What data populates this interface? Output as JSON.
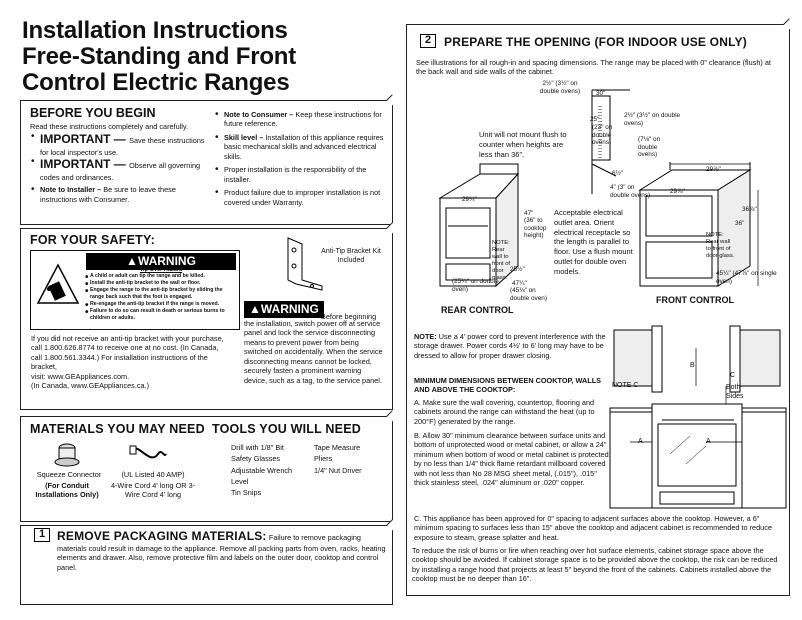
{
  "title": {
    "line1": "Installation Instructions",
    "line2": "Free-Standing and Front",
    "line3": "Control Electric Ranges"
  },
  "before": {
    "heading": "BEFORE YOU BEGIN",
    "intro": "Read these instructions completely and carefully.",
    "b1_lead": "IMPORTANT",
    "b1_dash": " — ",
    "b1_text": "Save these instructions for local inspector's use.",
    "b2_lead": "IMPORTANT",
    "b2_dash": " — ",
    "b2_text": "Observe all governing codes and ordinances.",
    "b3_lead": "Note to Installer –",
    "b3_text": " Be sure to leave these instructions with Consumer.",
    "r1_lead": "Note to Consumer –",
    "r1_text": " Keep these instructions for future reference.",
    "r2_lead": "Skill level –",
    "r2_text": " Installation of this appliance requires basic mechanical skills and advanced electrical skills.",
    "r3_text": "Proper installation is the responsibility of the installer.",
    "r4_text": "Product failure due to improper installation is not covered under Warranty."
  },
  "safety": {
    "heading": "FOR YOUR SAFETY:",
    "warning_label": "WARNING",
    "tip_title": "Tip-Over Hazard",
    "tip_items": [
      "A child or adult can tip the range and be killed.",
      "Install the anti-tip bracket to the wall or floor.",
      "Engage the range to the anti-tip bracket by sliding the range back such that the foot is engaged.",
      "Re-engage the anti-tip bracket if the range is moved.",
      "Failure to do so can result in death or serious burns to children or adults."
    ],
    "bracket_caption": "Anti-Tip Bracket Kit Included",
    "contact": "If you did not receive an anti-tip bracket with your purchase, call 1.800.626.8774 to receive one at no cost. (In Canada, call 1.800.561.3344.) For installation instructions of the bracket,",
    "visit": "visit: www.GEAppliances.com.",
    "canada": "(In Canada, www.GEAppliances.ca.)",
    "warn2_after": "Before beginning",
    "warn2_text": "the installation, switch power off at service panel and lock the service disconnecting means to prevent power from being switched on accidentally. When the service disconnecting means cannot be locked, securely fasten a prominent warning device, such as a tag, to the service panel."
  },
  "materials": {
    "heading": "MATERIALS YOU MAY NEED",
    "tools_heading": "TOOLS YOU WILL NEED",
    "squeeze": "Squeeze Connector",
    "conduit": "(For Conduit Installations Only)",
    "listed": "(UL Listed 40 AMP)",
    "cord": "4-Wire Cord 4' long OR 3-Wire Cord 4' long",
    "tools_col1": [
      "Drill with 1/8\" Bit",
      "Safety Glasses",
      "Adjustable Wrench",
      "Level",
      "Tin Snips"
    ],
    "tools_col2": [
      "Tape Measure",
      "Pliers",
      "1/4\" Nut Driver"
    ]
  },
  "remove": {
    "number": "1",
    "heading": "REMOVE PACKAGING MATERIALS:",
    "text_head": "Failure to remove packaging",
    "text": "materials could result in damage to the appliance. Remove all packing parts from oven, racks, heating elements and drawer. Also, remove protective film and labels on the outer door, cooktop and control panel."
  },
  "prepare": {
    "number": "2",
    "heading": "PREPARE THE OPENING (FOR INDOOR USE ONLY)",
    "intro": "See illustrations for all rough-in and spacing dimensions. The range may be placed with 0\" clearance (flush) at the back wall and side walls of the cabinet.",
    "flush_note": "Unit will not mount flush to counter when heights are less than 36\".",
    "outlet_note": "Acceptable electrical outlet area. Orient electrical receptacle so the length is parallel to floor. Use a flush mount outlet for double oven models.",
    "rear_label": "REAR CONTROL",
    "front_label": "FRONT CONTROL",
    "dims": {
      "d1": "2½\" (3½\" on double ovens)",
      "d2": "30\"",
      "d3": "25\"",
      "d3b": "(23\" on double ovens)",
      "d4": "2½\" (3½\" on double ovens)",
      "d5": "(7⅛\" on double ovens)",
      "d6": "6½\"",
      "d7": "4\" (3\" on double ovens)",
      "d8": "29¾\"",
      "d9": "47\"",
      "d9b": "(36\" to cooktop height)",
      "d10": "25½\"",
      "d11": "(25¼\" on double oven)",
      "d12": "47¼\"",
      "d12b": "(45⅛\" on double oven)",
      "d13": "29⅞\"",
      "d14": "29⅞\"",
      "d15": "36⅞\"",
      "d16": "36\"",
      "d17": "45¼\" (47⅞\" on single oven)"
    },
    "note_rear": "NOTE: Rear wall to front of door glass.",
    "note_front": "NOTE: Rear wall to front of door glass.",
    "cord_note_lead": "NOTE:",
    "cord_note": " Use a 4' power cord to prevent interference with the storage drawer. Power cords 4½' to 6' long may have to be dressed to allow for proper drawer closing.",
    "min_heading": "MINIMUM DIMENSIONS BETWEEN COOKTOP, WALLS AND ABOVE THE COOKTOP:",
    "itemA": "A.  Make sure the wall covering, countertop, flooring and cabinets around the range can withstand the heat (up to 200°F) generated by the range.",
    "itemB": "B.  Allow 30\" minimum clearance between surface units and bottom of unprotected wood or metal cabinet, or allow a 24\" minimum when bottom of wood or metal cabinet is protected by no less than 1/4\" thick flame retardant millboard covered with not less than No 28 MSG sheet metal, (.015\"), .015\" thick stainless steel, .024\" aluminum or .020\" copper.",
    "itemC": "C.  This appliance has been approved for 0\" spacing to adjacent surfaces above the cooktop. However, a 6\" minimum spacing to surfaces less than 15\" above the cooktop and adjacent cabinet is recommended to reduce exposure to steam, grease splatter and heat.",
    "final": "To reduce the risk of burns or fire when reaching over hot surface elements, cabinet storage space above the cooktop should be avoided. If cabinet storage space is to be provided above the cooktop, the risk can be reduced by installing a range hood that projects at least 5\" beyond the front of the cabinets. Cabinets installed above the cooktop must be no deeper than 16\".",
    "fig": {
      "b": "B",
      "c": "C",
      "note_c": "NOTE C",
      "both": "Both",
      "sides": "Sides",
      "a1": "A",
      "a2": "A"
    }
  }
}
